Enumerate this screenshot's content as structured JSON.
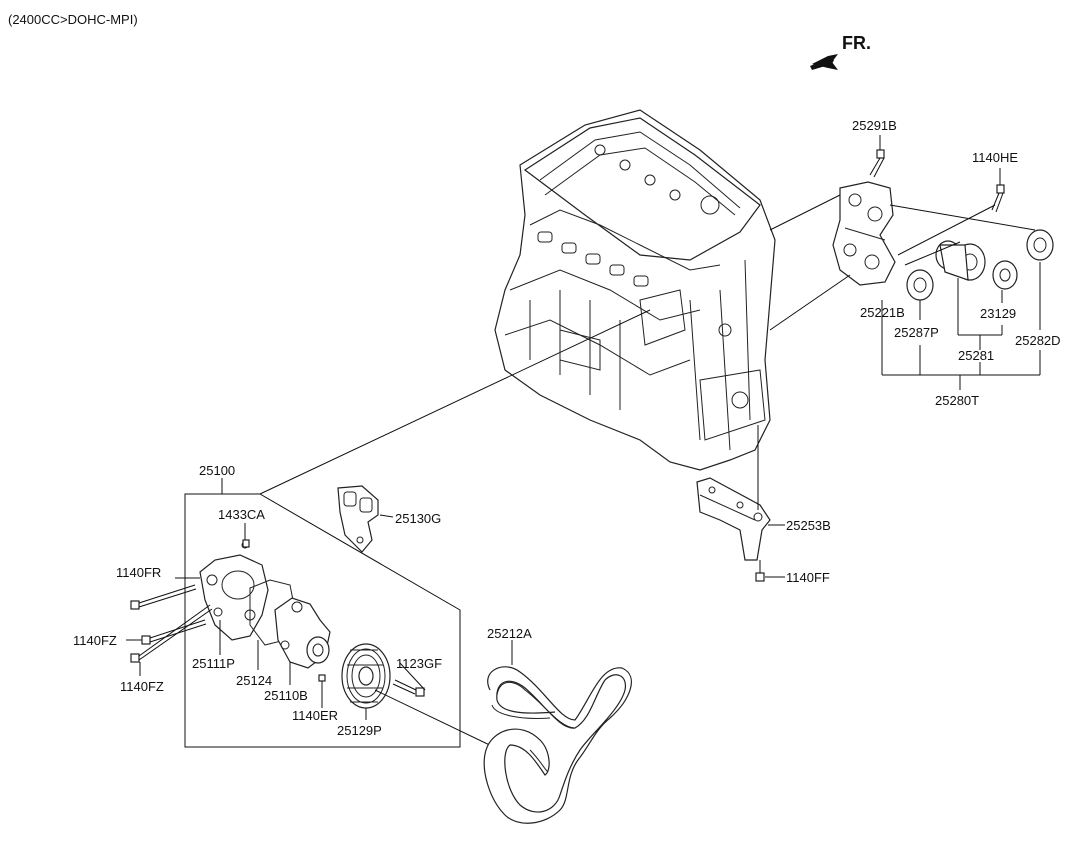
{
  "header": {
    "spec": "(2400CC>DOHC-MPI)",
    "direction": "FR."
  },
  "parts": {
    "p25291B": "25291B",
    "p1140HE": "1140HE",
    "p25221B": "25221B",
    "p25287P": "25287P",
    "p23129": "23129",
    "p25281": "25281",
    "p25282D": "25282D",
    "p25280T": "25280T",
    "p25100": "25100",
    "p1433CA": "1433CA",
    "p25130G": "25130G",
    "p1140FR": "1140FR",
    "p1140FZ_a": "1140FZ",
    "p1140FZ_b": "1140FZ",
    "p25111P": "25111P",
    "p25124": "25124",
    "p25110B": "25110B",
    "p1140ER": "1140ER",
    "p25129P": "25129P",
    "p1123GF": "1123GF",
    "p25212A": "25212A",
    "p25253B": "25253B",
    "p1140FF": "1140FF"
  }
}
